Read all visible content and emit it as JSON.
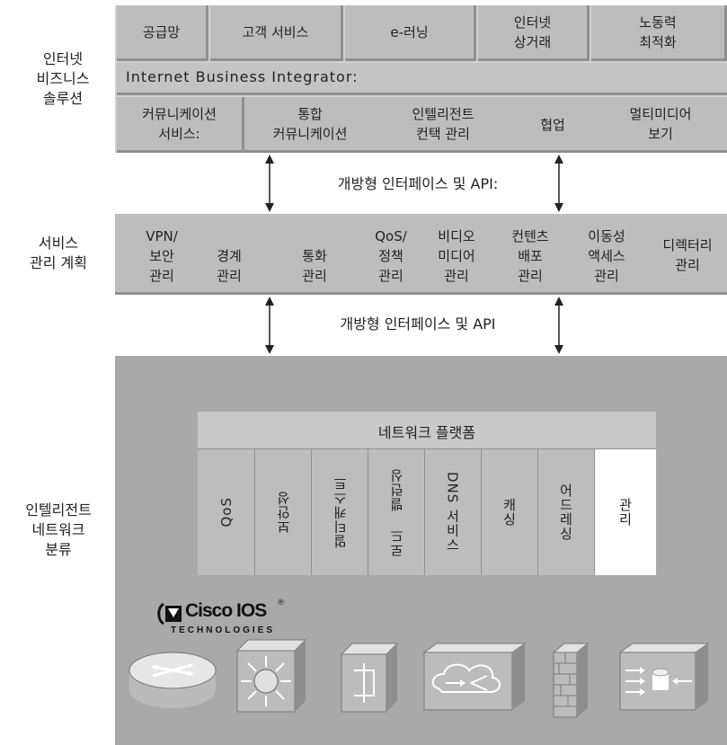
{
  "left_labels": {
    "internet_business": "인터넷\n비즈니스\n솔루션",
    "service_management": "서비스\n관리 계획",
    "intelligent_network": "인텔리전트\n네트워크\n분류"
  },
  "top_row": [
    "공급망",
    "고객 서비스",
    "e-러닝",
    "인터넷\n상거래",
    "노동력\n최적화"
  ],
  "integrator": "Internet Business Integrator:",
  "comm_row": [
    "커뮤니케이션\n서비스:",
    "통합\n커뮤니케이션",
    "인텔리전트\n컨택 관리",
    "협업",
    "멀티미디어\n보기"
  ],
  "open_interface_1": "개방형 인터페이스 및 API:",
  "service_row": [
    "VPN/\n보안\n관리",
    "경계\n관리",
    "통화\n관리",
    "QoS/\n정책\n관리",
    "비디오\n미디어\n관리",
    "컨텐츠\n배포\n관리",
    "이동성\n액세스\n관리",
    "디렉터리\n관리"
  ],
  "open_interface_2": "개방형 인터페이스 및 API",
  "network_platform": {
    "title": "네트워크 플랫폼",
    "columns": [
      "QoS",
      "보안성",
      "멀티캐스트",
      "로드 밸런싱",
      "DNS 서비스",
      "캐싱",
      "어드레싱",
      "관리"
    ]
  },
  "logo": {
    "brand": "Cisco IOS",
    "sub": "TECHNOLOGIES",
    "mark": "®"
  },
  "devices": [
    "router-icon",
    "switch-icon",
    "layer3-switch-icon",
    "cloud-network-icon",
    "firewall-icon",
    "storage-network-icon"
  ],
  "colors": {
    "panel": "#c9c9c9",
    "dark_panel": "#a9a9a9",
    "border": "#8f8f8f"
  }
}
